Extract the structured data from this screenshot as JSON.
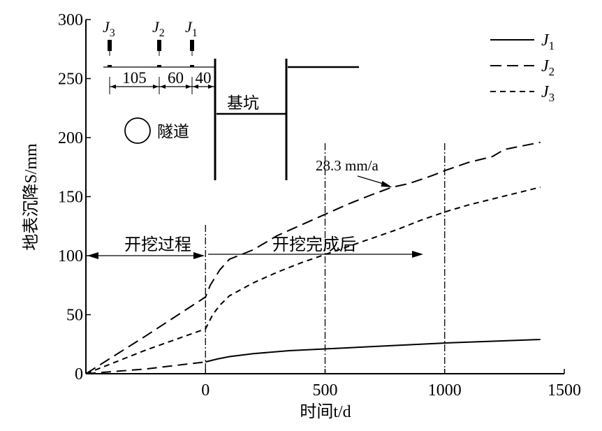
{
  "chart_data": {
    "type": "line",
    "title": "",
    "xlabel": "时间t/d",
    "ylabel": "地表沉降S/mm",
    "xlim": [
      -500,
      1500
    ],
    "ylim": [
      0,
      300
    ],
    "xticks": [
      "0",
      "500",
      "1000",
      "1500"
    ],
    "xtick_values": [
      0,
      500,
      1000,
      1500
    ],
    "yticks": [
      "0",
      "50",
      "100",
      "150",
      "200",
      "250",
      "300"
    ],
    "ytick_values": [
      0,
      50,
      100,
      150,
      200,
      250,
      300
    ],
    "grid": false,
    "legend_position": "top-right",
    "reference_lines_x": [
      0,
      500,
      1000
    ],
    "series": [
      {
        "name": "J1",
        "sub": "1",
        "style": "solid",
        "x": [
          -500,
          -250,
          0,
          50,
          100,
          200,
          350,
          500,
          750,
          1000,
          1200,
          1400
        ],
        "y": [
          0,
          4,
          10,
          12.5,
          14.5,
          17,
          19.5,
          21,
          23.5,
          26,
          27.5,
          29
        ]
      },
      {
        "name": "J2",
        "sub": "2",
        "style": "longdash",
        "x": [
          -500,
          -250,
          0,
          20,
          60,
          100,
          150,
          200,
          300,
          400,
          500,
          600,
          700,
          780,
          850,
          950,
          1000,
          1100,
          1200,
          1250,
          1300,
          1400
        ],
        "y": [
          0,
          32,
          65,
          75,
          88,
          97,
          101,
          105,
          117,
          126,
          135,
          144,
          152,
          158,
          161,
          168,
          172,
          179,
          184,
          190,
          192,
          196
        ]
      },
      {
        "name": "J3",
        "sub": "3",
        "style": "shortdash",
        "x": [
          -500,
          -250,
          0,
          30,
          60,
          100,
          200,
          300,
          400,
          500,
          600,
          700,
          800,
          900,
          1000,
          1100,
          1200,
          1300,
          1400
        ],
        "y": [
          0,
          20,
          38,
          50,
          58,
          66,
          77,
          86,
          94,
          101,
          108,
          115,
          122,
          130,
          137,
          143,
          148,
          153,
          158
        ]
      }
    ],
    "annotations": {
      "rate": "28.3 mm/a",
      "rate_target": [
        780,
        158
      ],
      "phase1": "开挖过程",
      "phase2": "开挖完成后"
    },
    "inset": {
      "pit_label": "基坑",
      "tunnel_label": "隧道",
      "points": [
        "J3",
        "J2",
        "J1"
      ],
      "distances": [
        "105",
        "60",
        "40"
      ]
    }
  }
}
